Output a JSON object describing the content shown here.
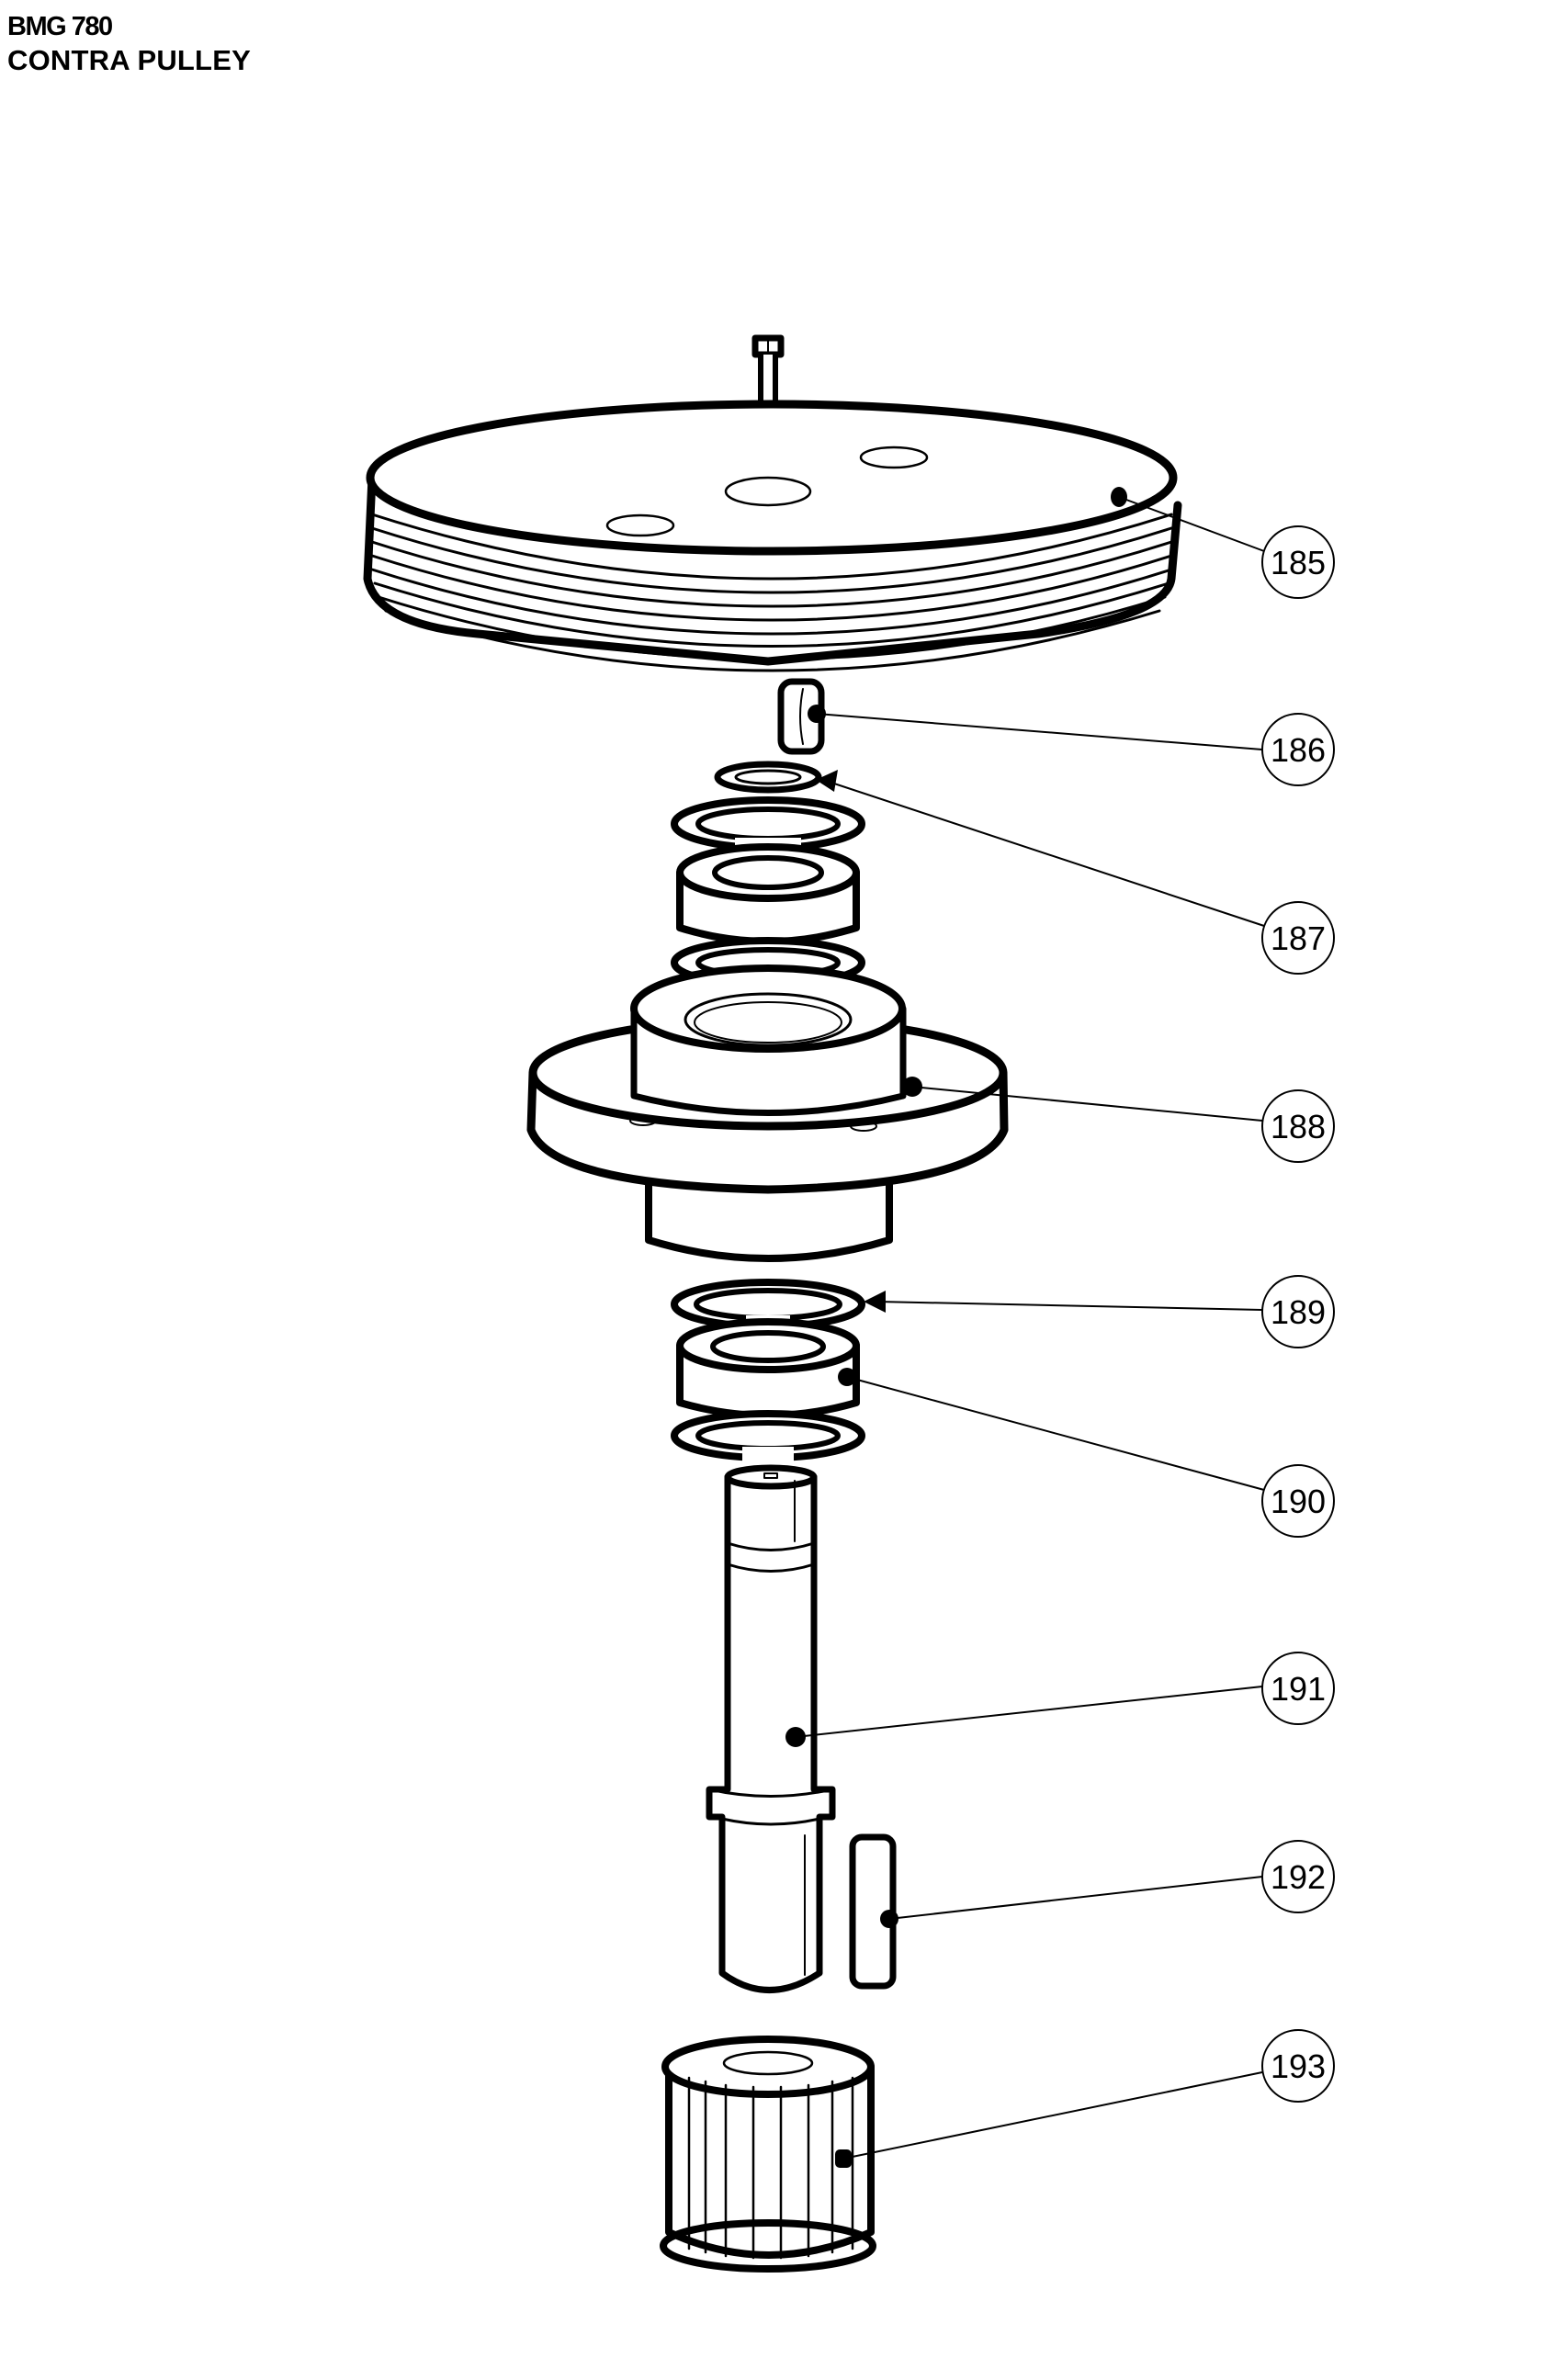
{
  "header": {
    "model": "BMG 780",
    "title": "CONTRA PULLEY"
  },
  "colors": {
    "ink": "#000000",
    "background": "#ffffff"
  },
  "callouts": [
    {
      "number": "185",
      "part": "pulley"
    },
    {
      "number": "186",
      "part": "key"
    },
    {
      "number": "187",
      "part": "circlip"
    },
    {
      "number": "188",
      "part": "bearing-housing"
    },
    {
      "number": "189",
      "part": "retaining-ring"
    },
    {
      "number": "190",
      "part": "ball-bearing"
    },
    {
      "number": "191",
      "part": "shaft"
    },
    {
      "number": "192",
      "part": "key"
    },
    {
      "number": "193",
      "part": "toothed-pulley"
    }
  ]
}
